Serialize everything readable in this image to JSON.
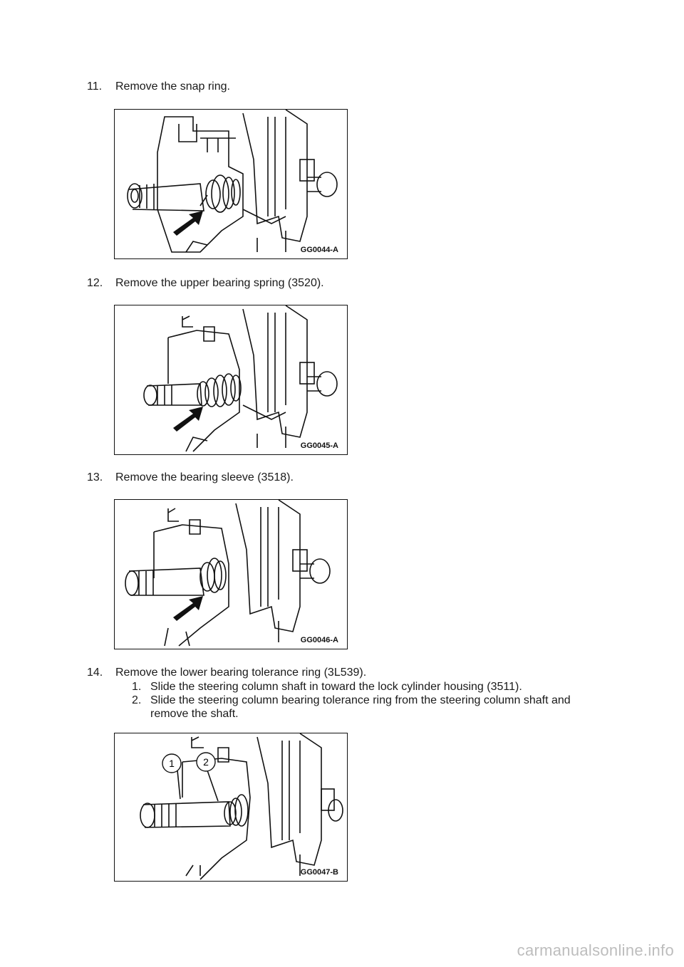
{
  "steps": [
    {
      "number": "11.",
      "text": "Remove the snap ring.",
      "figure_label": "GG0044-A"
    },
    {
      "number": "12.",
      "text": "Remove the upper bearing spring (3520).",
      "figure_label": "GG0045-A"
    },
    {
      "number": "13.",
      "text": "Remove the bearing sleeve (3518).",
      "figure_label": "GG0046-A"
    },
    {
      "number": "14.",
      "text": "Remove the lower bearing tolerance ring (3L539).",
      "figure_label": "GG0047-B",
      "substeps": [
        {
          "number": "1.",
          "text": "Slide the steering column shaft in toward the lock cylinder housing (3511)."
        },
        {
          "number": "2.",
          "text": "Slide the steering column bearing tolerance ring from the steering column shaft and remove the shaft."
        }
      ],
      "callouts": [
        "1",
        "2"
      ]
    }
  ],
  "watermark": "carmanualsonline.info"
}
